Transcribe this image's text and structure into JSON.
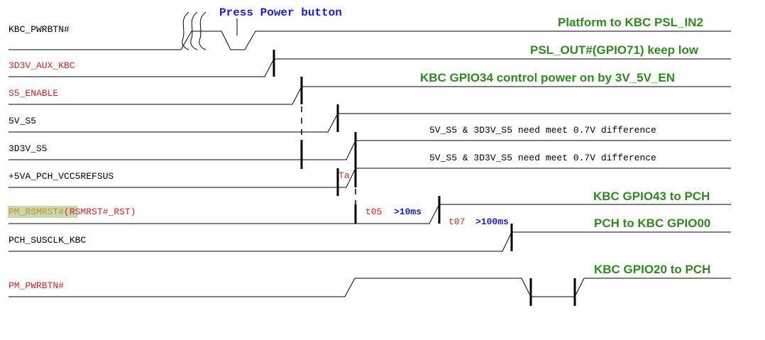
{
  "colors": {
    "signal_red": "#e02020",
    "signal_black": "#000000",
    "annotation_green": "#2e8b1f",
    "press_blue": "#1a1ae6",
    "timing_blue": "#1a1ae6",
    "highlight_bg": "#c8d8b0"
  },
  "signals": [
    {
      "id": "kbc_pwrbtn",
      "label": "KBC_PWRBTN#",
      "color": "#000000"
    },
    {
      "id": "aux_kbc",
      "label": "3D3V_AUX_KBC",
      "color": "#e02020"
    },
    {
      "id": "s5_enable",
      "label": "S5_ENABLE",
      "color": "#e02020"
    },
    {
      "id": "v5_s5",
      "label": "5V_S5",
      "color": "#000000"
    },
    {
      "id": "v3d3_s5",
      "label": "3D3V_S5",
      "color": "#000000"
    },
    {
      "id": "pch_vcc5",
      "label": "+5VA_PCH_VCC5REFSUS",
      "color": "#000000"
    },
    {
      "id": "pm_rsmrst",
      "label_highlight": "PM_RSMRST#",
      "label_rest": "(RSMRST#_RST)",
      "color": "#e02020"
    },
    {
      "id": "pch_susclk",
      "label": "PCH_SUSCLK_KBC",
      "color": "#000000"
    },
    {
      "id": "pm_pwrbtn",
      "label": "PM_PWRBTN#",
      "color": "#e02020"
    }
  ],
  "annotations": {
    "press": "Press Power button",
    "platform": "Platform to KBC PSL_IN2",
    "psl_out": "PSL_OUT#(GPIO71) keep low",
    "gpio34": "KBC GPIO34 control power on by 3V_5V_EN",
    "diff1": "5V_S5 & 3D3V_S5 need meet 0.7V difference",
    "diff2": "5V_S5 & 3D3V_S5 need meet 0.7V difference",
    "gpio43": "KBC GPIO43 to PCH",
    "gpio00": "PCH to KBC GPIO00",
    "gpio20": "KBC GPIO20 to PCH"
  },
  "timings": {
    "ta": "Ta",
    "t05_name": "t05",
    "t05_value": ">10ms",
    "t07_name": "t07",
    "t07_value": ">100ms"
  }
}
